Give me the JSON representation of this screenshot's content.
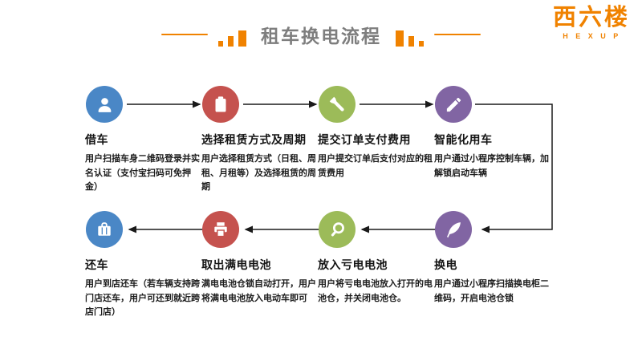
{
  "header": {
    "title": "租车换电流程",
    "accent_color": "#F08200",
    "title_color": "#7E7E7E"
  },
  "logo": {
    "name": "西六楼",
    "sub": "HEXUP",
    "color": "#F08200"
  },
  "arrow_color": "#1A1A1A",
  "steps": [
    {
      "title": "借车",
      "desc": "用户扫描车身二维码登录并实名认证（支付宝扫码可免押金）",
      "color": "#4A87C6",
      "icon": "person-icon"
    },
    {
      "title": "选择租赁方式及周期",
      "desc": "用户选择租赁方式（日租、周租、月租等）及选择租赁的周期",
      "color": "#C5524E",
      "icon": "clipboard-icon"
    },
    {
      "title": "提交订单支付费用",
      "desc": "用户提交订单后支付对应的租赁费用",
      "color": "#9CBB59",
      "icon": "flashlight-icon"
    },
    {
      "title": "智能化用车",
      "desc": "用户通过小程序控制车辆，加解锁启动车辆",
      "color": "#8165A3",
      "icon": "pencil-icon"
    },
    {
      "title": "换电",
      "desc": "用户通过小程序扫描换电柜二维码，开启电池仓锁",
      "color": "#8165A3",
      "icon": "feather-icon"
    },
    {
      "title": "放入亏电电池",
      "desc": "用户将亏电电池放入打开的电池仓，并关闭电池仓。",
      "color": "#9CBB59",
      "icon": "magnifier-icon"
    },
    {
      "title": "取出满电电池",
      "desc": "满电电池仓锁自动打开，用户将满电电池放入电动车即可",
      "color": "#C5524E",
      "icon": "printer-icon"
    },
    {
      "title": "还车",
      "desc": "用户到店还车（若车辆支持跨门店还车，用户可还到就近跨店门店）",
      "color": "#4A87C6",
      "icon": "briefcase-icon"
    }
  ]
}
